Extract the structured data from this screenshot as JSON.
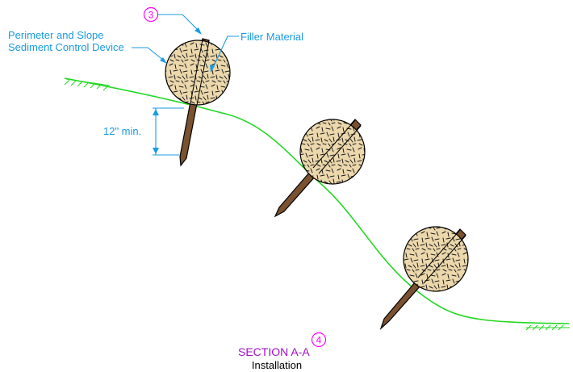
{
  "labels": {
    "device_line1": "Perimeter and Slope",
    "device_line2": "Sediment Control Device",
    "filler": "Filler Material",
    "depth": "12\" min."
  },
  "callouts": {
    "top_ref": "3",
    "section_ref": "4"
  },
  "section": {
    "title": "SECTION A-A",
    "subtitle": "Installation"
  },
  "colors": {
    "ground_line": "#22d822",
    "sock_fill": "#ecd8ac",
    "stake_fill": "#7a5230",
    "annotation": "#1a9be0",
    "callout": "#ff00ff",
    "section_title": "#a010c8"
  }
}
